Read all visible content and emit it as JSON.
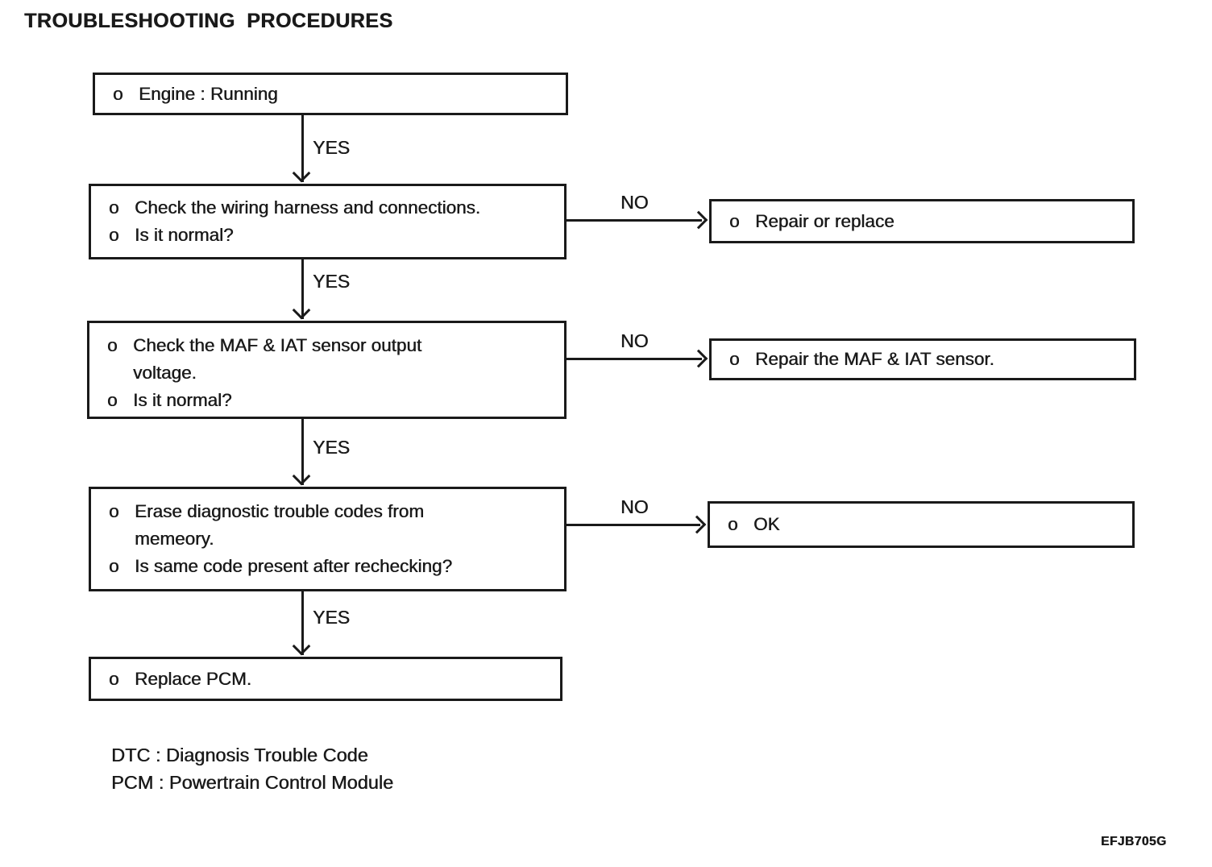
{
  "title": "TROUBLESHOOTING PROCEDURES",
  "labels": {
    "yes": "YES",
    "no": "NO"
  },
  "nodes": {
    "engine_running": {
      "lines": [
        {
          "b": "o",
          "t": "Engine : Running"
        }
      ]
    },
    "check_wiring": {
      "lines": [
        {
          "b": "o",
          "t": "Check the wiring harness and connections."
        },
        {
          "b": "o",
          "t": "Is it normal?"
        }
      ]
    },
    "repair_or_replace": {
      "lines": [
        {
          "b": "o",
          "t": "Repair or replace"
        }
      ]
    },
    "check_maf_iat": {
      "lines": [
        {
          "b": "o",
          "t": "Check the MAF & IAT sensor output"
        },
        {
          "b": "",
          "t": "voltage."
        },
        {
          "b": "o",
          "t": "Is it normal?"
        }
      ]
    },
    "repair_maf_iat": {
      "lines": [
        {
          "b": "o",
          "t": "Repair the MAF & IAT sensor."
        }
      ]
    },
    "erase_codes": {
      "lines": [
        {
          "b": "o",
          "t": "Erase diagnostic trouble codes from"
        },
        {
          "b": "",
          "t": "memeory."
        },
        {
          "b": "o",
          "t": "Is same code present after rechecking?"
        }
      ]
    },
    "ok": {
      "lines": [
        {
          "b": "o",
          "t": "OK"
        }
      ]
    },
    "replace_pcm": {
      "lines": [
        {
          "b": "o",
          "t": "Replace PCM."
        }
      ]
    }
  },
  "legend": {
    "dtc": "DTC : Diagnosis Trouble Code",
    "pcm": "PCM : Powertrain Control Module"
  },
  "footer_code": "EFJB705G",
  "colors": {
    "ink": "#1a1a1a",
    "background": "#ffffff"
  }
}
